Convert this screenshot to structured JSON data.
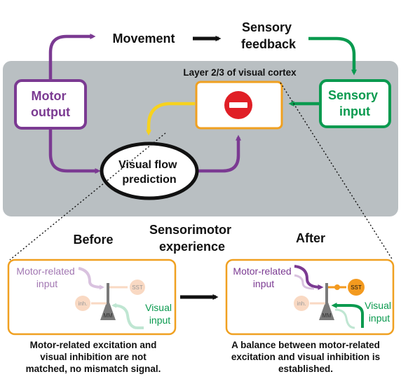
{
  "top": {
    "movement": "Movement",
    "sensory_feedback": [
      "Sensory",
      "feedback"
    ]
  },
  "cortex": {
    "title": "Layer 2/3 of visual cortex",
    "motor_output": [
      "Motor",
      "output"
    ],
    "sensory_input": [
      "Sensory",
      "input"
    ],
    "visual_flow_prediction": [
      "Visual flow",
      "prediction"
    ],
    "comparator_icon": "no-entry-icon"
  },
  "middle": {
    "before": "Before",
    "after": "After",
    "sensorimotor": [
      "Sensorimotor",
      "experience"
    ]
  },
  "panel_before": {
    "motor_related_input": [
      "Motor-related",
      "input"
    ],
    "sst": "SST",
    "inh": "inh.",
    "mm": "MM",
    "visual_input": [
      "Visual",
      "input"
    ],
    "caption": [
      "Motor-related excitation and",
      "visual inhibition are not",
      "matched, no mismatch signal."
    ]
  },
  "panel_after": {
    "motor_related_input": [
      "Motor-related",
      "input"
    ],
    "sst": "SST",
    "inh": "inh.",
    "mm": "MM",
    "visual_input": [
      "Visual",
      "input"
    ],
    "caption": [
      "A balance between motor-related",
      "excitation and visual inhibition is",
      "established."
    ]
  },
  "colors": {
    "purple": "#7b3a92",
    "green": "#0a9a4f",
    "orange": "#f0a020",
    "yellow": "#f7d21e",
    "red": "#e01f26",
    "gray_panel": "#b9bfc2",
    "faded_purple": "#d9c2df",
    "faded_green": "#bfe6d2",
    "faded_peach": "#f9d9c3",
    "sst_orange": "#f39a1f"
  }
}
